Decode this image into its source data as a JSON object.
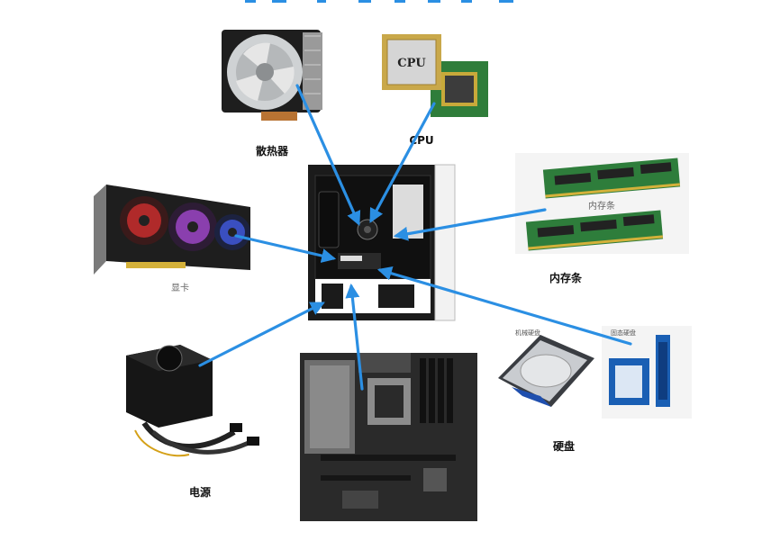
{
  "labels": {
    "cooler": "散热器",
    "cpu": "CPU",
    "cpu_chip_text": "CPU",
    "gpu": "显卡",
    "ram": "内存条",
    "ram_stick_text": "内存条",
    "psu": "电源",
    "storage": "硬盘",
    "hdd_caption": "机械硬盘",
    "ssd_caption": "固态硬盘"
  },
  "colors": {
    "arrow": "#2b8fe3",
    "case": "#1b1b1b",
    "pcb_green": "#2f7d3a",
    "motherboard": "#2a2a2a"
  }
}
